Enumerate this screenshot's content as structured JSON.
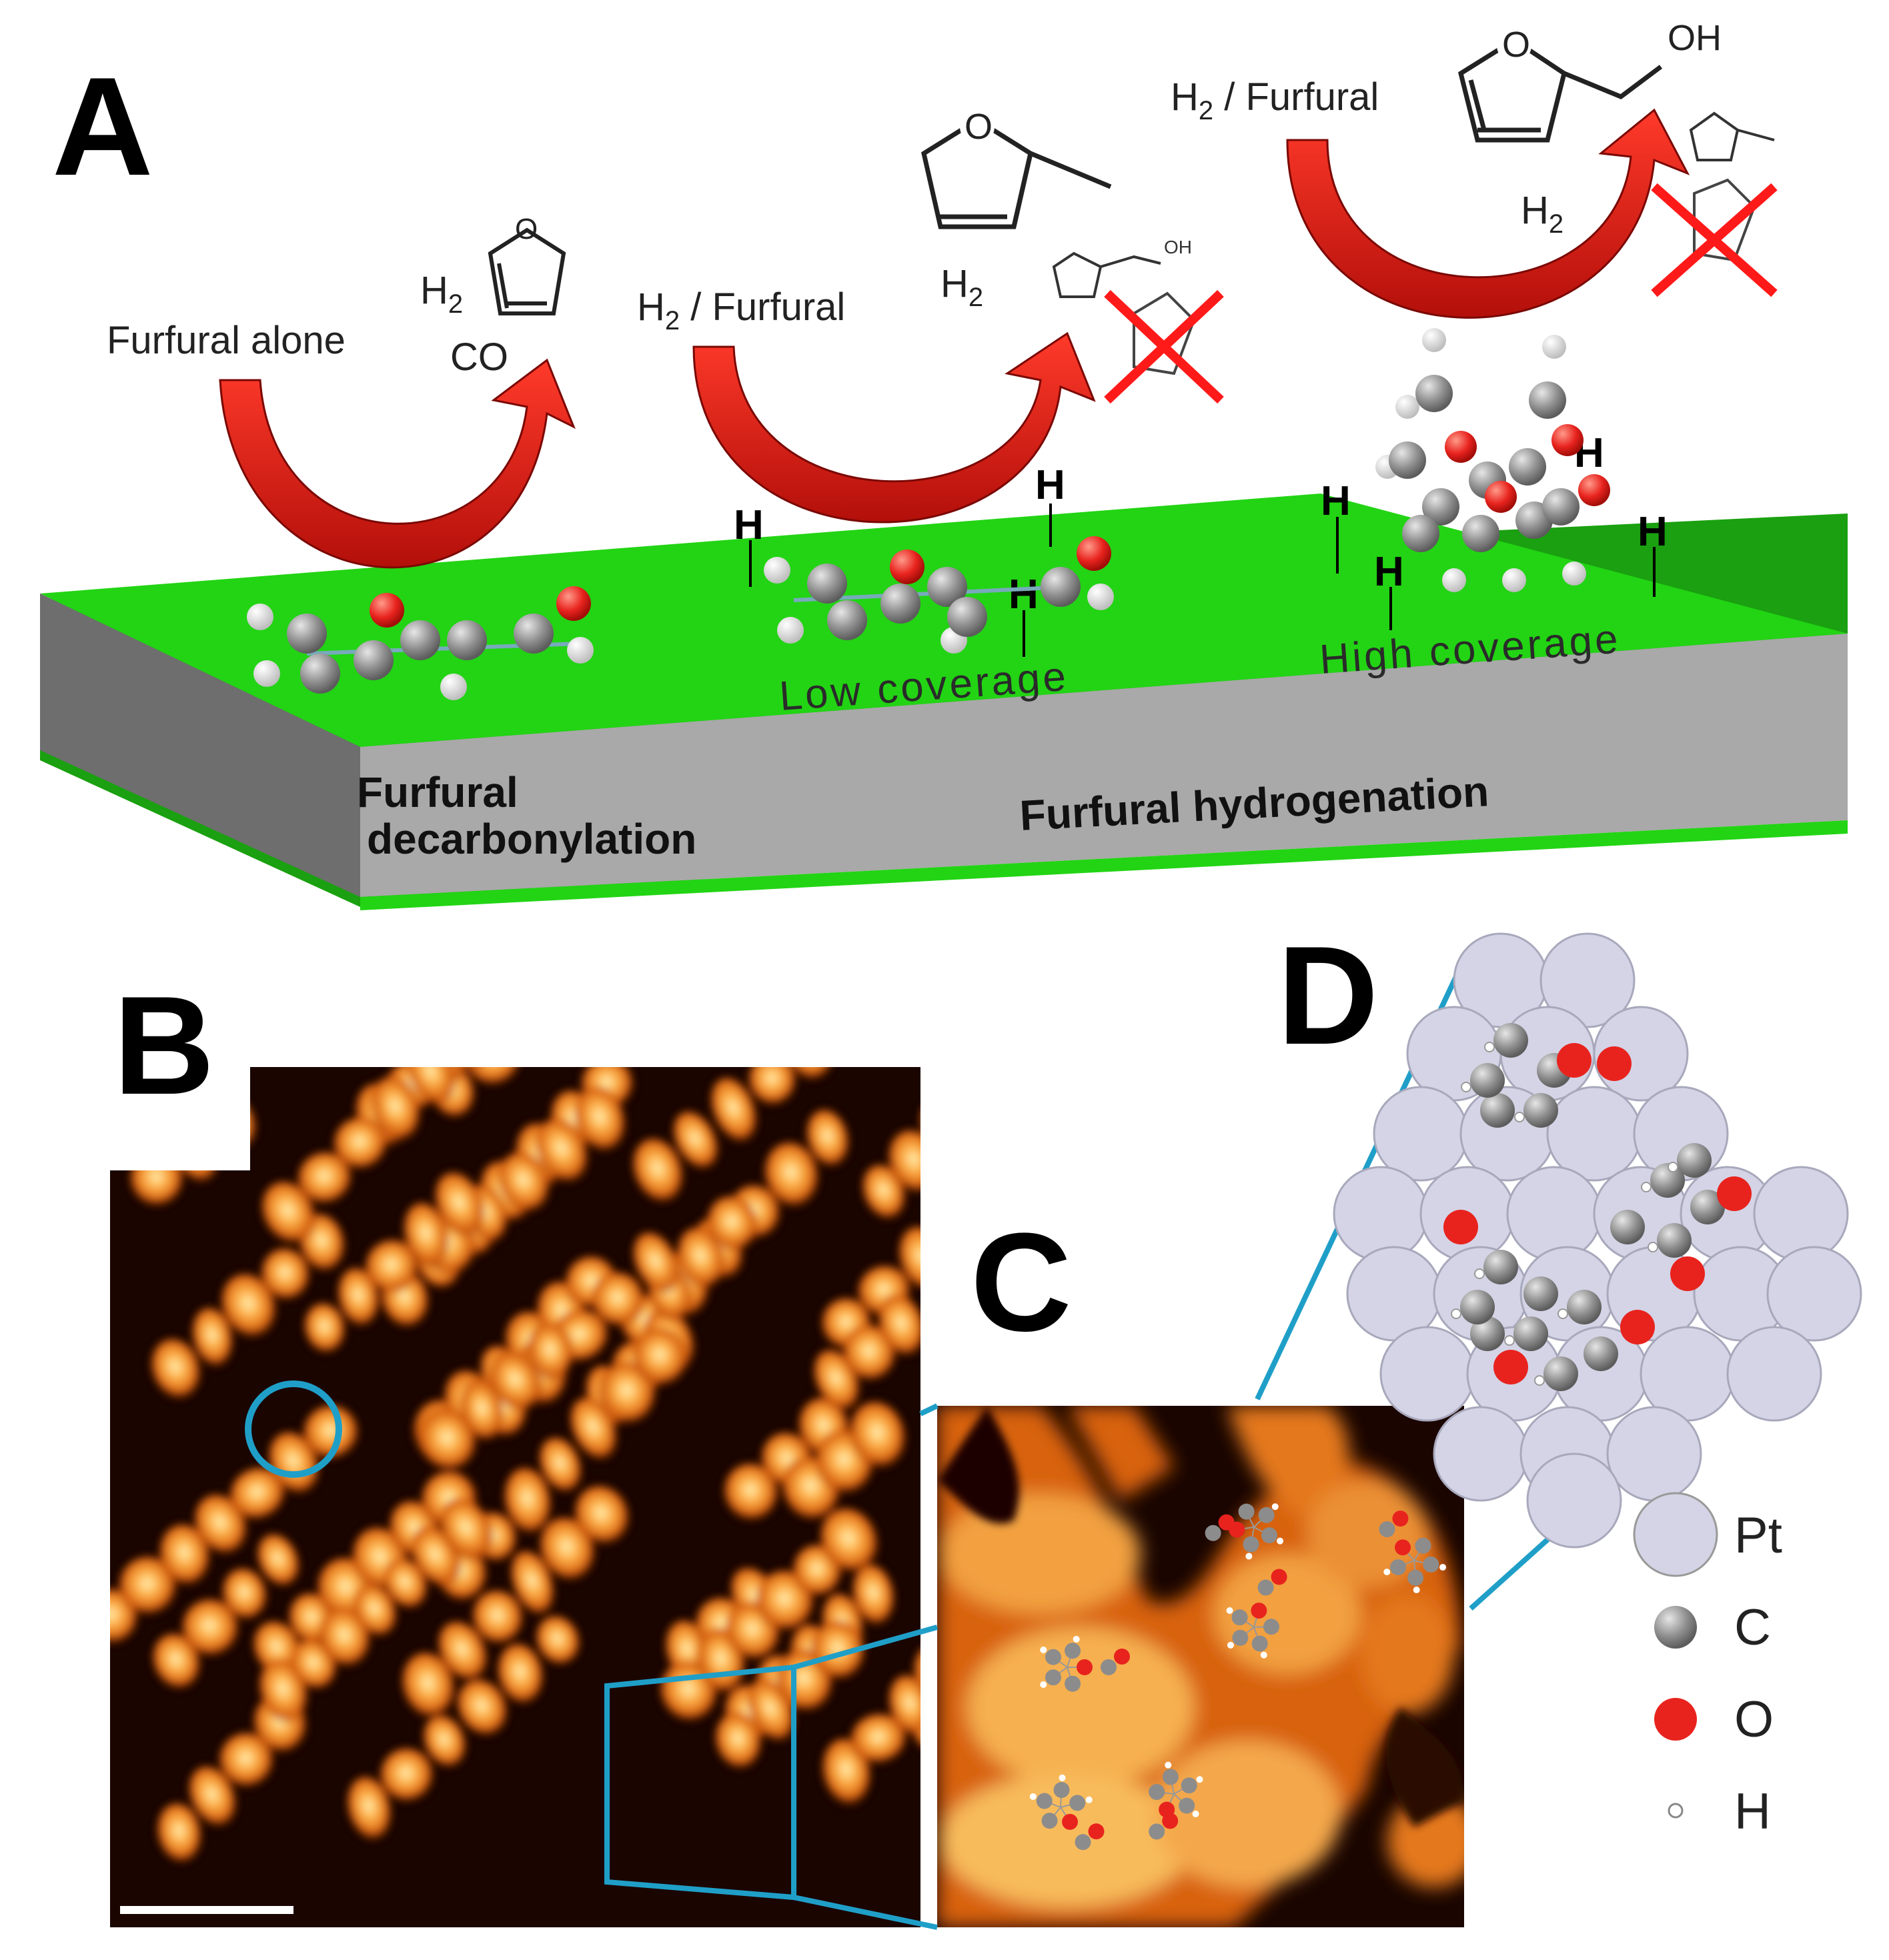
{
  "panels": {
    "a": "A",
    "b": "B",
    "c": "C",
    "d": "D"
  },
  "panel_a": {
    "step1_reactant": "Furfural alone",
    "step1_product_h2": "H",
    "step1_product_h2_sub": "2",
    "step1_product_co": "CO",
    "step2_reactant_h": "H",
    "step2_reactant_sub": "2",
    "step2_reactant_rest": " / Furfural",
    "step2_product_h2": "H",
    "step2_product_h2_sub": "2",
    "step3_reactant_h": "H",
    "step3_reactant_sub": "2",
    "step3_reactant_rest": " / Furfural",
    "step3_product_h2": "H",
    "step3_product_h2_sub": "2",
    "oh_large": "OH",
    "oh_small": "OH",
    "h_atom": "H",
    "low_coverage": "Low coverage",
    "high_coverage": "High coverage",
    "slab_left_line1": "Furfural",
    "slab_left_line2": "decarbonylation",
    "slab_right": "Furfural hydrogenation"
  },
  "legend": {
    "pt": "Pt",
    "c": "C",
    "o": "O",
    "h": "H"
  },
  "colors": {
    "surface_green": "#22d414",
    "slab_gray": "#a9a9a9",
    "arrow_red": "#d41a12",
    "oxygen_red": "#e8231e",
    "carbon_gray": "#8c8c8c",
    "pt_lavender": "#d4d4e6",
    "frame_blue": "#1f9fc8",
    "stm_dark": "#1a0500",
    "stm_orange": "#e06a10"
  }
}
